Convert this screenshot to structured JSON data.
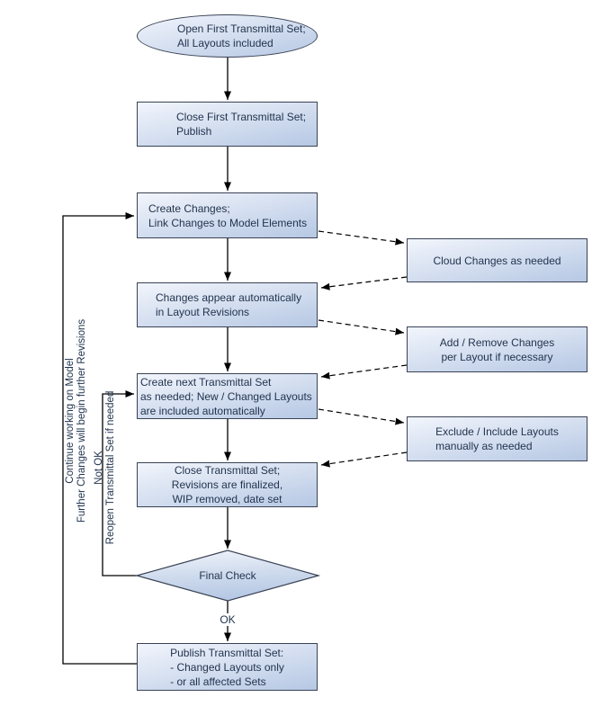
{
  "nodes": {
    "open_first_set": "Open First Transmittal Set;\nAll Layouts included",
    "close_first_set": "Close First Transmittal Set;\nPublish",
    "create_changes": "Create Changes;\nLink Changes to Model Elements",
    "cloud_changes": "Cloud Changes as needed",
    "changes_appear": "Changes appear automatically\nin Layout Revisions",
    "add_remove_changes": "Add / Remove Changes\nper Layout if necessary",
    "create_next_set": "Create next Transmittal Set\nas needed; New / Changed Layouts\nare included automatically",
    "exclude_include_layouts": "Exclude / Include Layouts\nmanually as needed",
    "close_set": "Close Transmittal Set;\nRevisions are finalized,\nWIP removed, date set",
    "final_check": "Final Check",
    "publish_set": "Publish Transmittal Set:\n- Changed Layouts only\n- or all affected Sets"
  },
  "labels": {
    "ok": "OK",
    "continue_loop": "Continue working on Model\nFurther Changes will begin further Revisions",
    "not_ok_loop": "Not OK\nReopen Transmittal Set if needed"
  },
  "colors": {
    "node_fill_light": "#f2f5fc",
    "node_fill_dark": "#b6c8e4",
    "node_border": "#3a4254",
    "text": "#22344f",
    "connector": "#000000",
    "background": "#ffffff"
  }
}
